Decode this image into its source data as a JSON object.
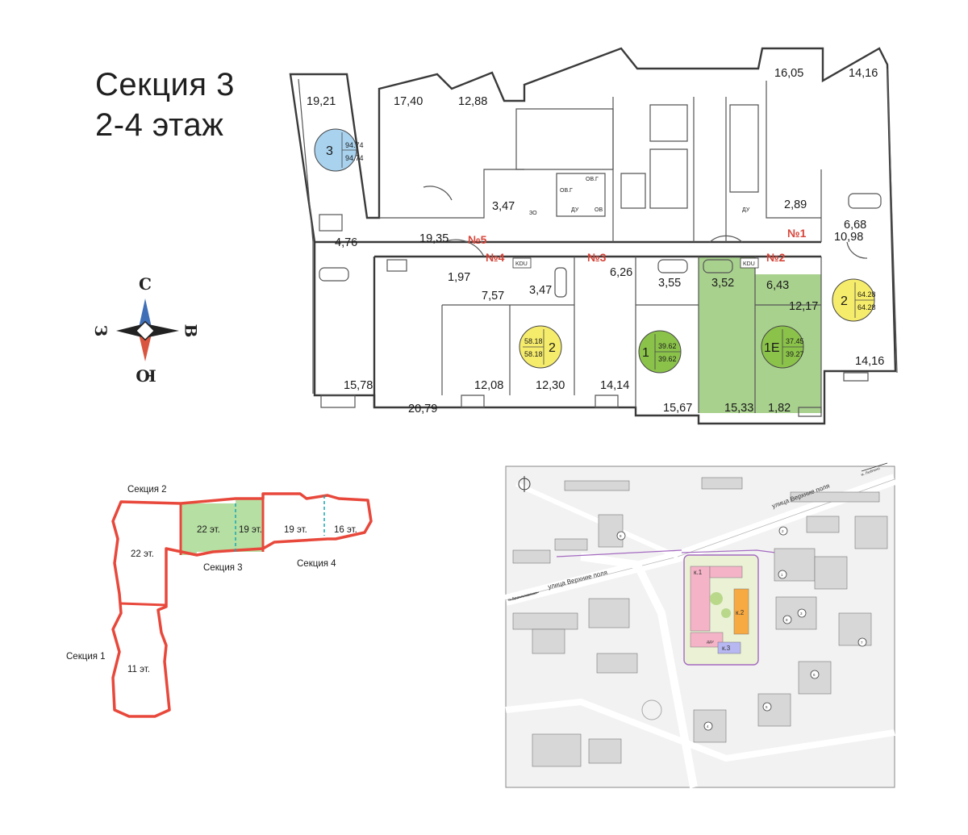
{
  "title": {
    "line1": "Секция 3",
    "line2": "2-4 этаж"
  },
  "compass": {
    "north": "С",
    "south": "Ю",
    "west": "З",
    "east": "В"
  },
  "colors": {
    "green": "#a9d18e",
    "green_badge": "#8bc34a",
    "yellow_badge": "#f6ec6b",
    "blue_badge": "#a9d2ee",
    "red_outline": "#e8483b",
    "section3_fill": "#b6dfa3"
  },
  "floor_plan": {
    "areas": {
      "a1921": "19,21",
      "a1740": "17,40",
      "a1288": "12,88",
      "a1605": "16,05",
      "a1416t": "14,16",
      "a347a": "3,47",
      "a1935": "19,35",
      "a476": "4,76",
      "a289": "2,89",
      "a668": "6,68",
      "a1098": "10,98",
      "a197": "1,97",
      "a757": "7,57",
      "a347b": "3,47",
      "a626": "6,26",
      "a355": "3,55",
      "a352": "3,52",
      "a643": "6,43",
      "a1217": "12,17",
      "a1578": "15,78",
      "a2079": "20,79",
      "a1208": "12,08",
      "a1230": "12,30",
      "a1414": "14,14",
      "a1567": "15,67",
      "a1533": "15,33",
      "a182": "1,82",
      "a1416b": "14,16"
    },
    "marks": {
      "n1": "№1",
      "n2": "№2",
      "n3": "№3",
      "n4": "№4",
      "n5": "№5"
    },
    "tags": {
      "kdu": "KDU",
      "ovg": "ОВ.Г",
      "du": "ДУ",
      "zo": "ЗО",
      "ov": "ОВ"
    },
    "apartments": [
      {
        "num": "3",
        "total": "94.74",
        "living": "94.74"
      },
      {
        "num": "2",
        "total": "58.18",
        "living": "58.18"
      },
      {
        "num": "1",
        "total": "39.62",
        "living": "39.62"
      },
      {
        "num": "1E",
        "total": "37.45",
        "living": "39.27"
      },
      {
        "num": "2",
        "total": "64.28",
        "living": "64.28"
      }
    ]
  },
  "section_plan": {
    "sections": {
      "s1": "Секция 1",
      "s2": "Секция 2",
      "s3": "Секция 3",
      "s4": "Секция 4"
    },
    "floors": {
      "f22a": "22 эт.",
      "f22b": "22 эт.",
      "f19a": "19 эт.",
      "f19b": "19 эт.",
      "f16": "16 эт.",
      "f11": "11 эт."
    }
  },
  "site_map": {
    "streets": {
      "s1": "улица Верхние поля",
      "s2": "улица Верхние поля"
    },
    "metro": {
      "m1": "м. Люблино",
      "m2": "м. Братиславская"
    },
    "blocks": {
      "k1": "к.1",
      "k2": "к.2",
      "k3": "к.3",
      "du": "ДДУ"
    },
    "numbers": [
      "1",
      "2",
      "3",
      "4",
      "5",
      "6",
      "7",
      "8",
      "9"
    ]
  }
}
